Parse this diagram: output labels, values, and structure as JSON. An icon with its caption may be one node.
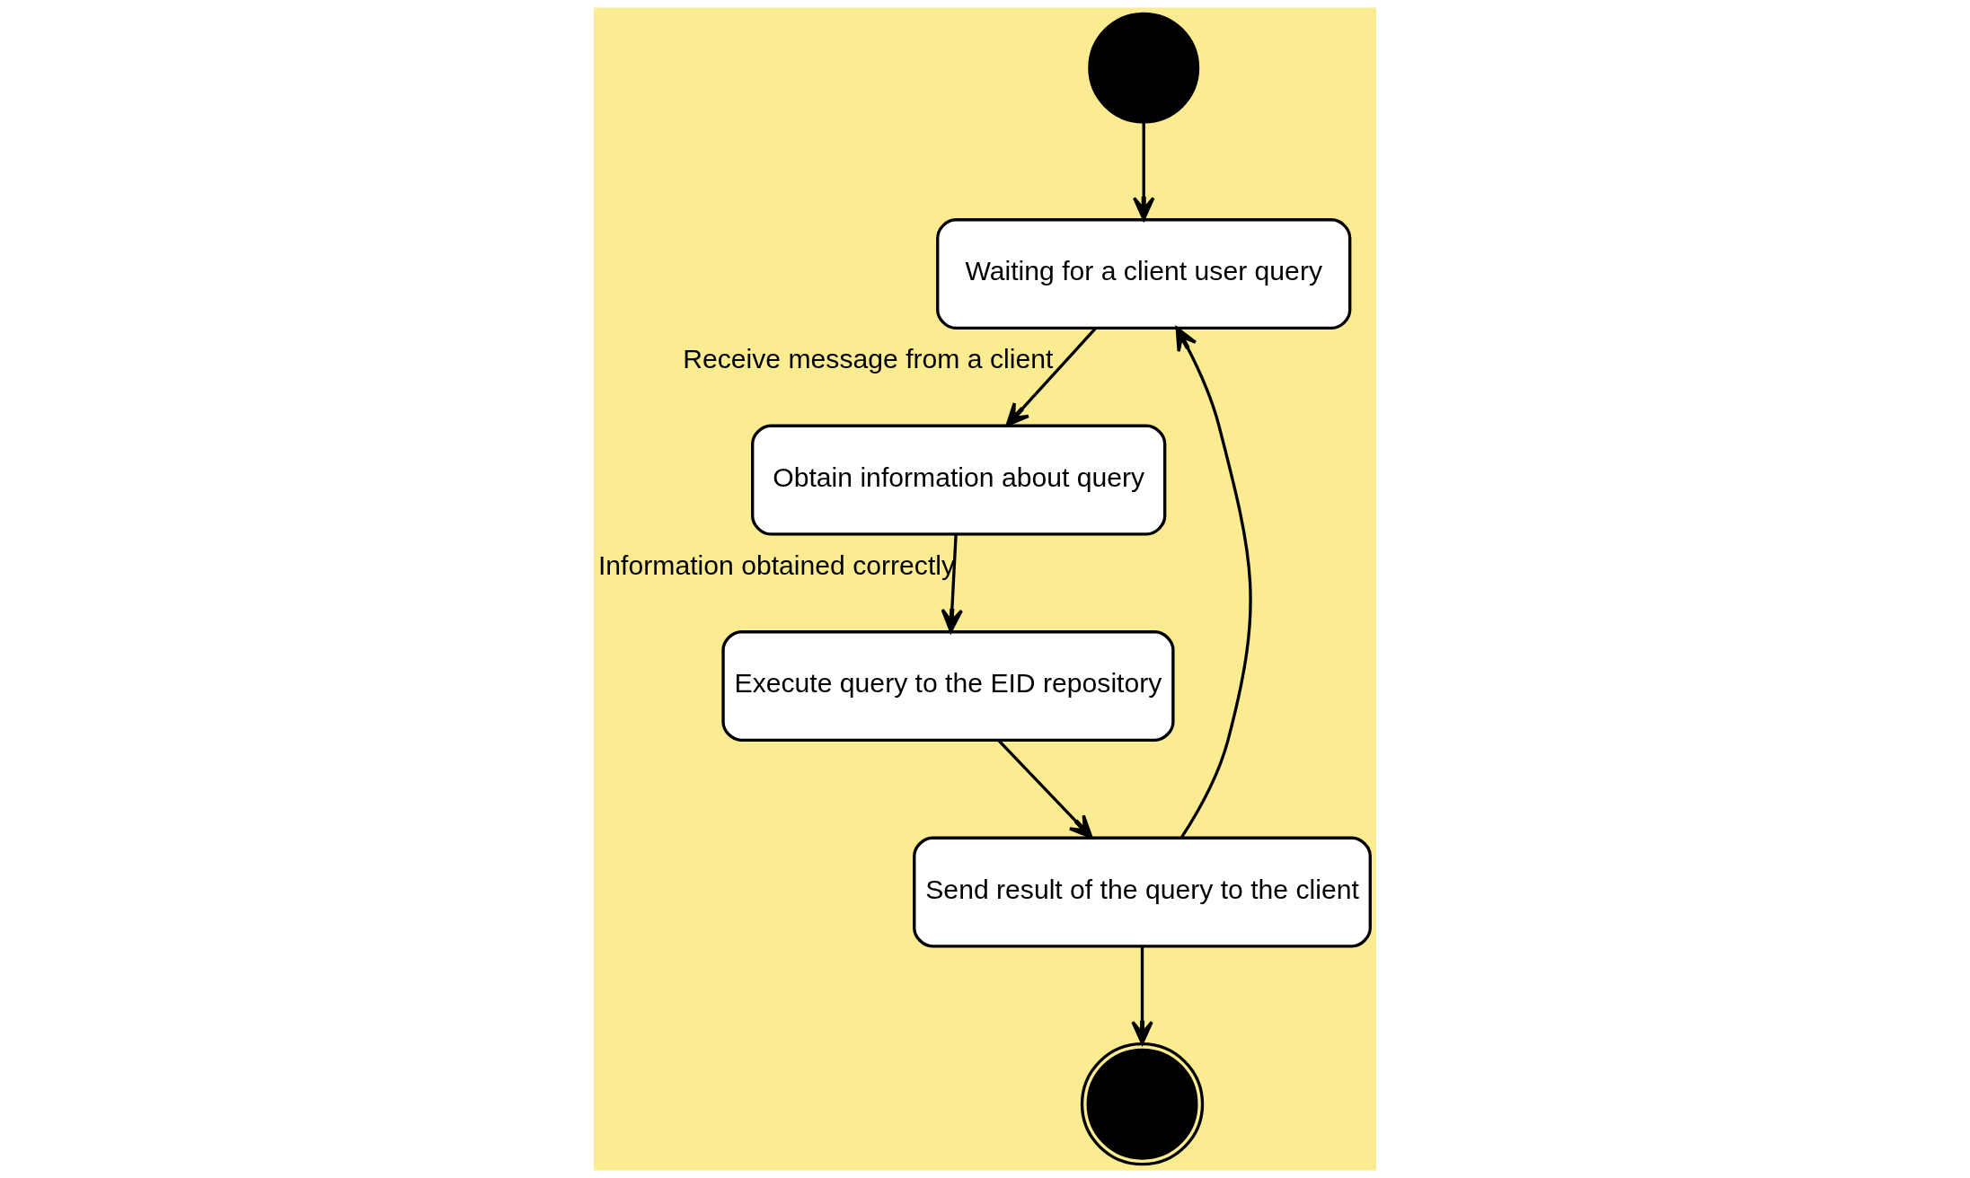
{
  "diagram": {
    "nodes": [
      {
        "text": [],
        "shape": "circle"
      },
      {
        "text": [
          "Waiting for a client user query"
        ]
      },
      {
        "text": [
          "Obtain information about query"
        ]
      },
      {
        "text": [
          "Execute query to the EID repository"
        ]
      },
      {
        "text": [
          "Send result of the query to the client"
        ]
      },
      {
        "text": [],
        "shape": "circle"
      }
    ],
    "edges": [
      {
        "from": 0,
        "to": 1,
        "arrow": "to"
      },
      {
        "from": 1,
        "to": 2,
        "arrow": "to",
        "label": "Receive message from a client"
      },
      {
        "from": 2,
        "to": 3,
        "arrow": "to",
        "label": "Information obtained correctly"
      },
      {
        "from": 3,
        "to": 4,
        "arrow": "to"
      },
      {
        "from": 4,
        "to": 1,
        "arrow": "to"
      },
      {
        "from": 4,
        "to": 5,
        "arrow": "to"
      }
    ]
  }
}
